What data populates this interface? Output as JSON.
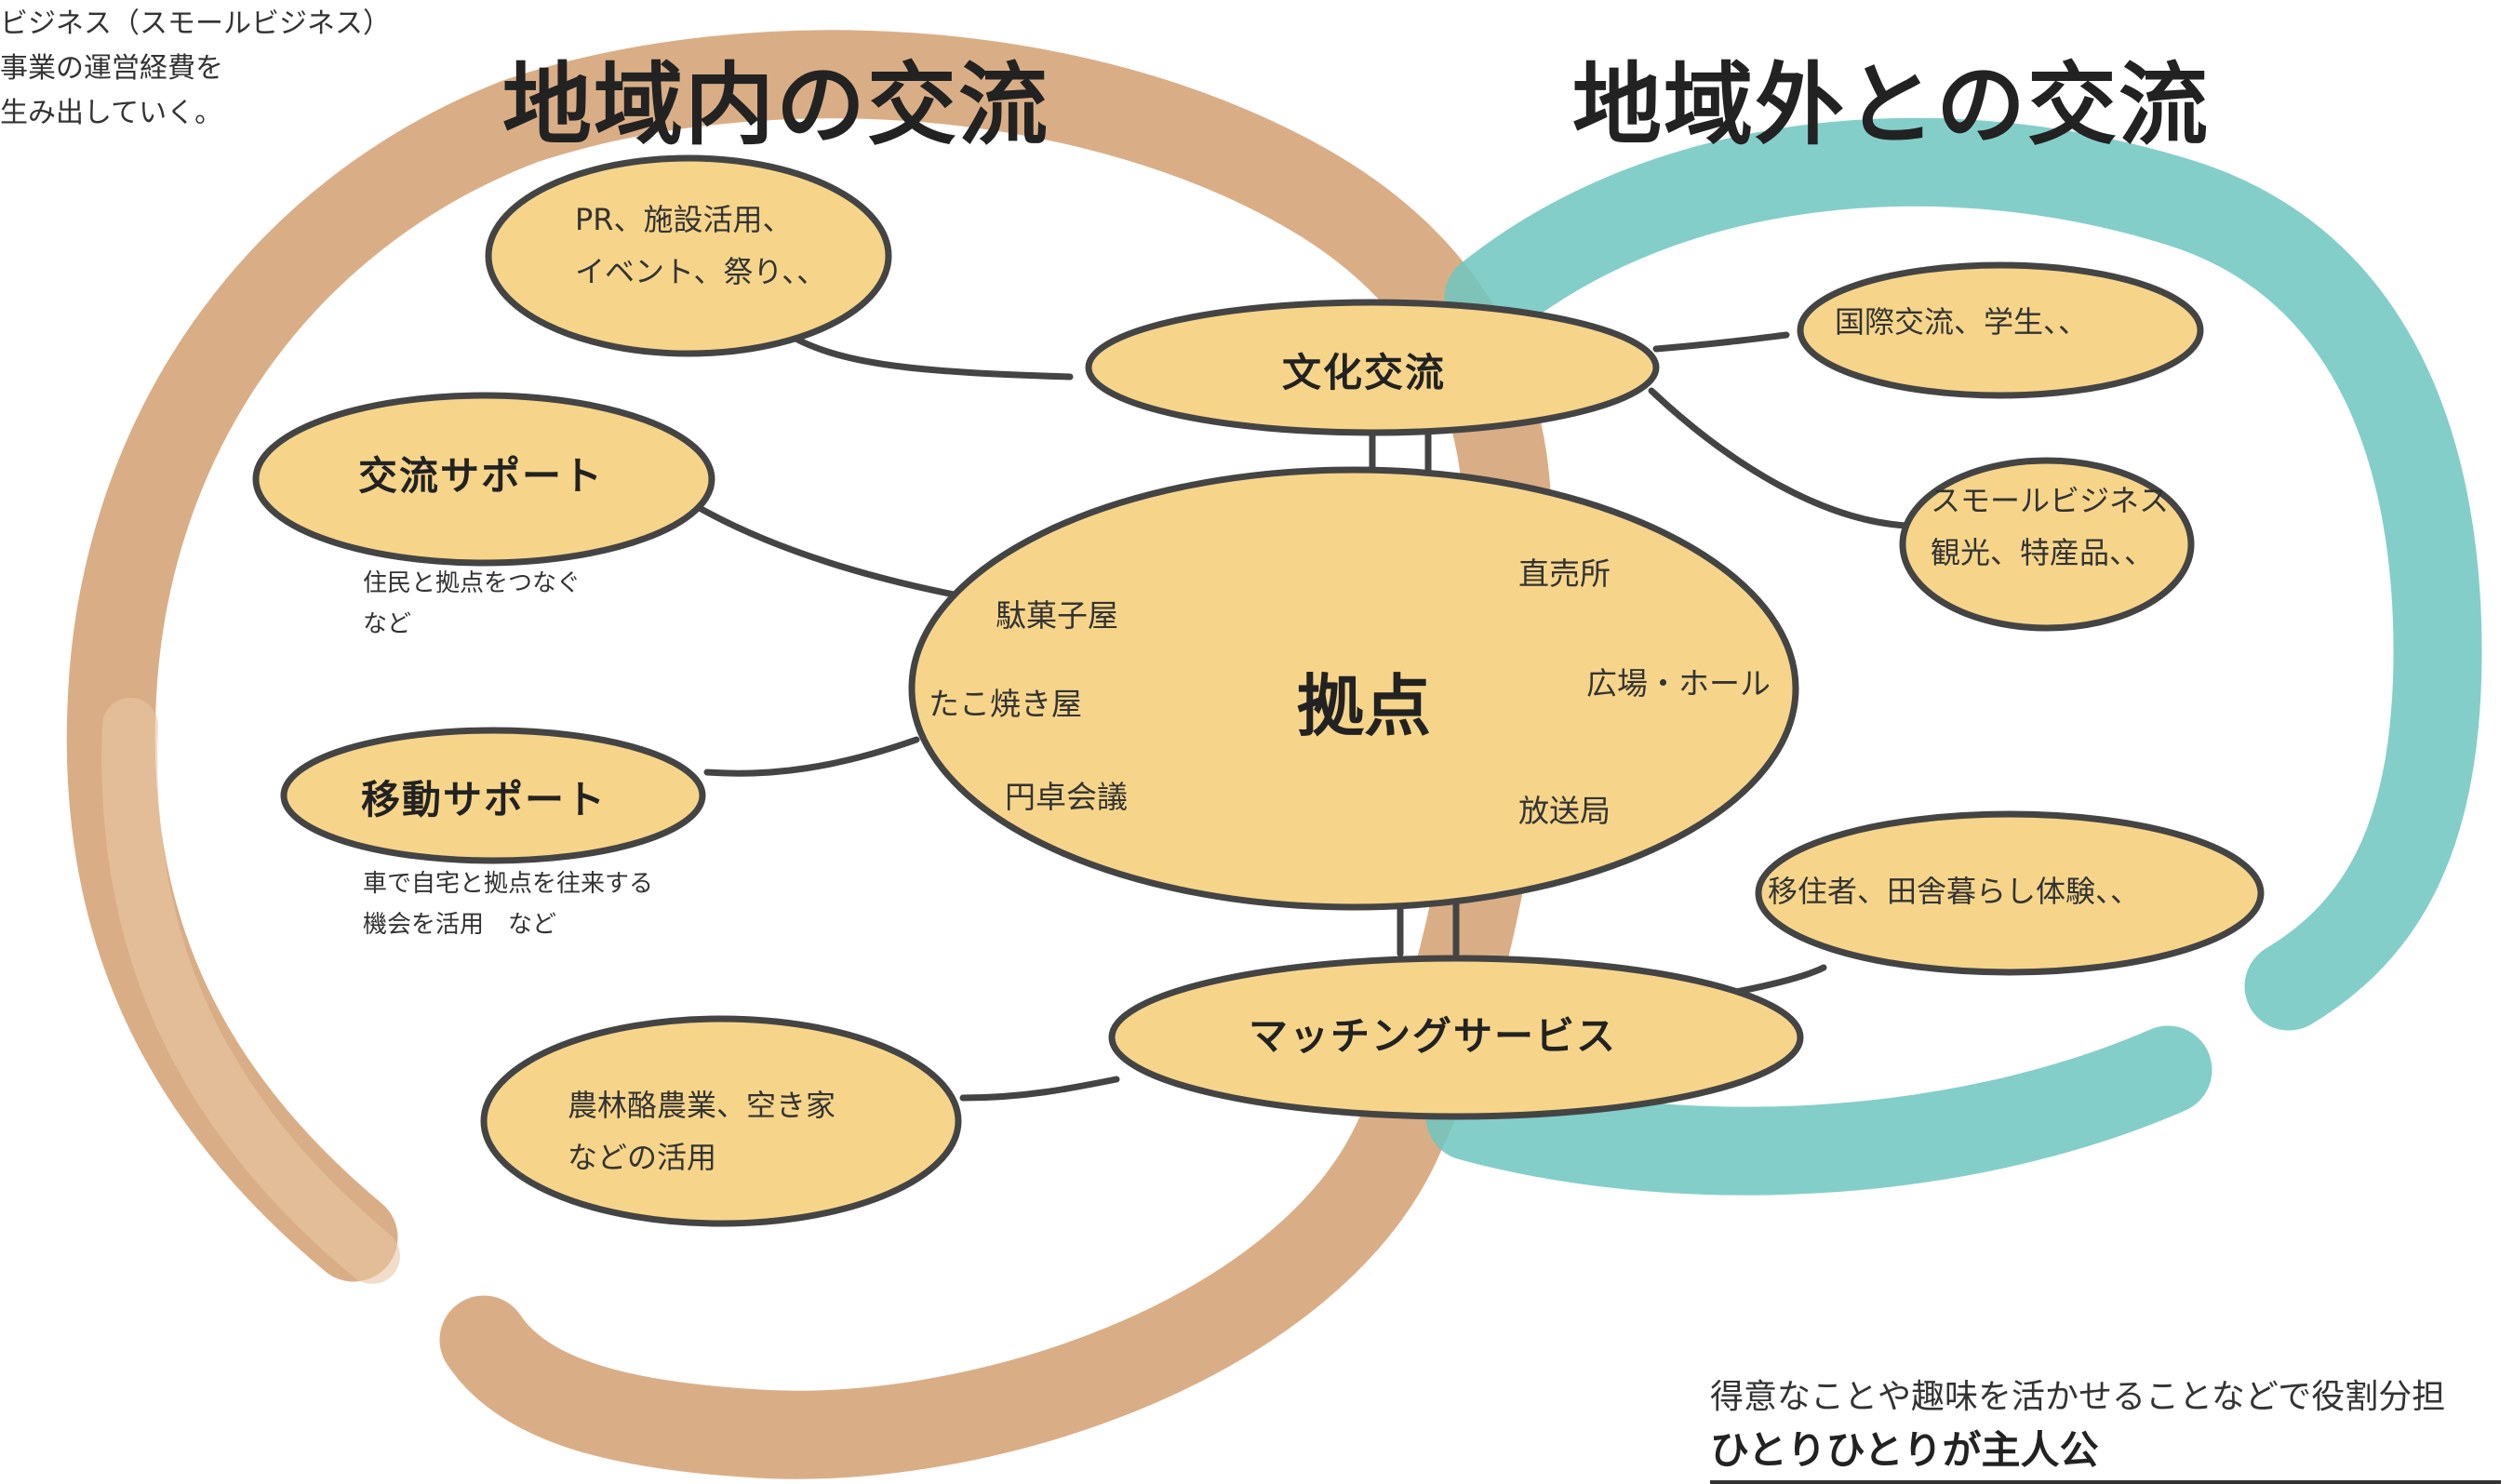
{
  "top_left_note": {
    "line1": "ビジネス（スモールビジネス）",
    "line2": "事業の運営経費を",
    "line3": "生み出していく。"
  },
  "titles": {
    "inner": "地域内の交流",
    "outer": "地域外との交流"
  },
  "center": {
    "title": "拠点",
    "items": [
      "駄菓子屋",
      "たこ焼き屋",
      "円卓会議",
      "直売所",
      "広場・ホール",
      "放送局"
    ]
  },
  "nodes": {
    "culture": "文化交流",
    "matching": "マッチングサービス",
    "pr": {
      "line1": "PR、施設活用、",
      "line2": "イベント、祭り、、"
    },
    "koryu_support": {
      "title": "交流サポート",
      "desc1": "住民と拠点をつなぐ",
      "desc2": "など"
    },
    "ido_support": {
      "title": "移動サポート",
      "desc1": "車で自宅と拠点を往来する",
      "desc2": "機会を活用　など"
    },
    "farm": {
      "line1": "農林酪農業、空き家",
      "line2": "などの活用"
    },
    "intl": "国際交流、学生、、",
    "small_biz": {
      "line1": "スモールビジネス",
      "line2": "観光、特産品、、"
    },
    "migrants": "移住者、田舎暮らし体験、、"
  },
  "footer": {
    "tagline": "得意なことや趣味を活かせることなどで役割分担",
    "headline": "ひとりひとりが主人公"
  },
  "colors": {
    "brown_loop": "#d2a071",
    "teal_loop": "#6ec6bf",
    "bubble_fill": "#f6d58a",
    "outline": "#444444"
  }
}
